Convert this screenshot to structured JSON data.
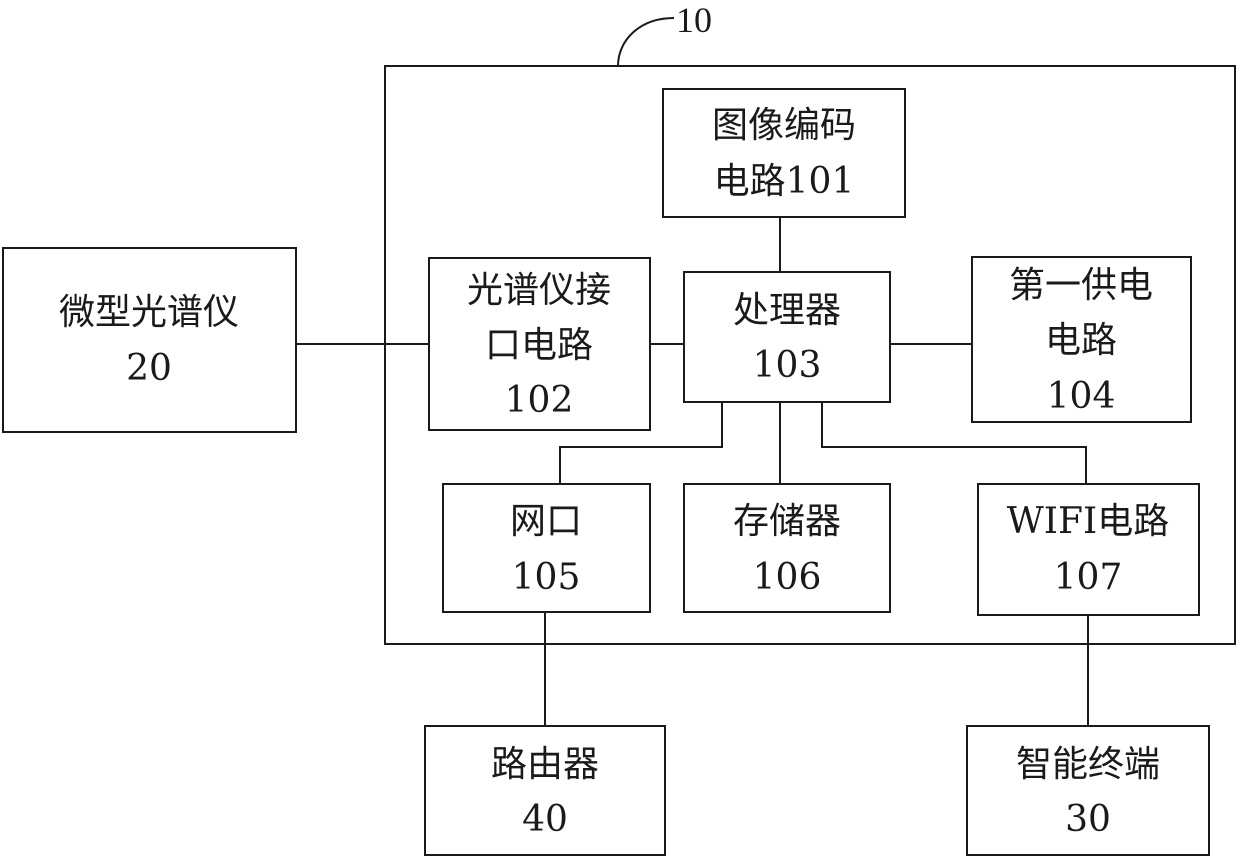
{
  "system_ref": "10",
  "blocks": {
    "spectrometer": {
      "lines": [
        "微型光谱仪",
        "20"
      ]
    },
    "image_encoder": {
      "lines": [
        "图像编码",
        "电路101"
      ]
    },
    "spec_interface": {
      "lines": [
        "光谱仪接",
        "口电路",
        "102"
      ]
    },
    "processor": {
      "lines": [
        "处理器",
        "103"
      ]
    },
    "power_supply": {
      "lines": [
        "第一供电",
        "电路",
        "104"
      ]
    },
    "network_port": {
      "lines": [
        "网口",
        "105"
      ]
    },
    "memory": {
      "lines": [
        "存储器",
        "106"
      ]
    },
    "wifi": {
      "lines": [
        "WIFI电路",
        "107"
      ]
    },
    "router": {
      "lines": [
        "路由器",
        "40"
      ]
    },
    "smart_terminal": {
      "lines": [
        "智能终端",
        "30"
      ]
    }
  }
}
